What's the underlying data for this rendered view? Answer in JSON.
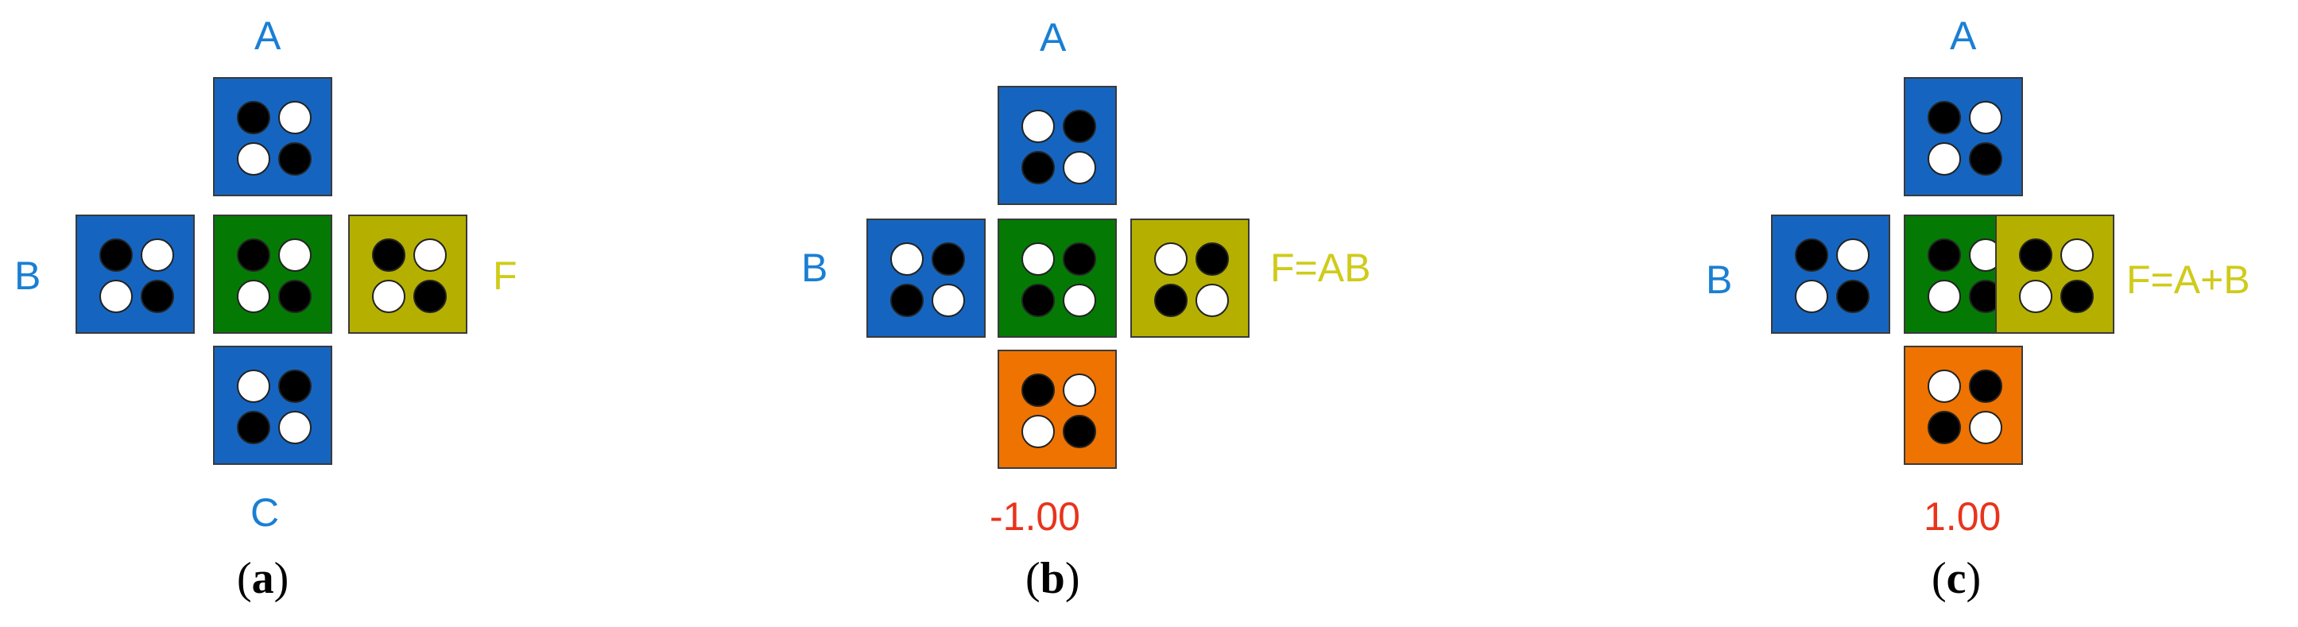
{
  "colors": {
    "input_tile": "#1565c0",
    "center_tile": "#047a04",
    "output_tile": "#b5b000",
    "weight_tile": "#ef7300",
    "black_dot": "#000000",
    "white_dot": "#ffffff",
    "input_label": "#1a7fd4",
    "output_label": "#cfcb1a",
    "value_label": "#e8341c"
  },
  "legend_note": "dot patterns per tile: 1 = black dot, 0 = white dot, order [top-left, top-right, bottom-left, bottom-right]",
  "panels": [
    {
      "caption": "a",
      "labels": {
        "top": "A",
        "left": "B",
        "right": "F",
        "bottom": "C"
      },
      "tiles": {
        "top": {
          "role": "input",
          "dots": [
            1,
            0,
            0,
            1
          ]
        },
        "left": {
          "role": "input",
          "dots": [
            1,
            0,
            0,
            1
          ]
        },
        "center": {
          "role": "center",
          "dots": [
            1,
            0,
            0,
            1
          ]
        },
        "right": {
          "role": "output",
          "dots": [
            1,
            0,
            0,
            1
          ]
        },
        "bottom": {
          "role": "input",
          "dots": [
            0,
            1,
            1,
            0
          ]
        }
      }
    },
    {
      "caption": "b",
      "labels": {
        "top": "A",
        "left": "B",
        "right": "F=AB",
        "bottom": "-1.00"
      },
      "tiles": {
        "top": {
          "role": "input",
          "dots": [
            0,
            1,
            1,
            0
          ]
        },
        "left": {
          "role": "input",
          "dots": [
            0,
            1,
            1,
            0
          ]
        },
        "center": {
          "role": "center",
          "dots": [
            0,
            1,
            1,
            0
          ]
        },
        "right": {
          "role": "output",
          "dots": [
            0,
            1,
            1,
            0
          ]
        },
        "bottom": {
          "role": "weight",
          "dots": [
            1,
            0,
            0,
            1
          ]
        }
      }
    },
    {
      "caption": "c",
      "labels": {
        "top": "A",
        "left": "B",
        "right": "F=A+B",
        "bottom": "1.00"
      },
      "tiles": {
        "top": {
          "role": "input",
          "dots": [
            1,
            0,
            0,
            1
          ]
        },
        "left": {
          "role": "input",
          "dots": [
            1,
            0,
            0,
            1
          ]
        },
        "center": {
          "role": "center",
          "dots": [
            1,
            0,
            0,
            1
          ]
        },
        "right": {
          "role": "output",
          "dots": [
            1,
            0,
            0,
            1
          ]
        },
        "bottom": {
          "role": "weight",
          "dots": [
            0,
            1,
            1,
            0
          ]
        }
      }
    }
  ]
}
